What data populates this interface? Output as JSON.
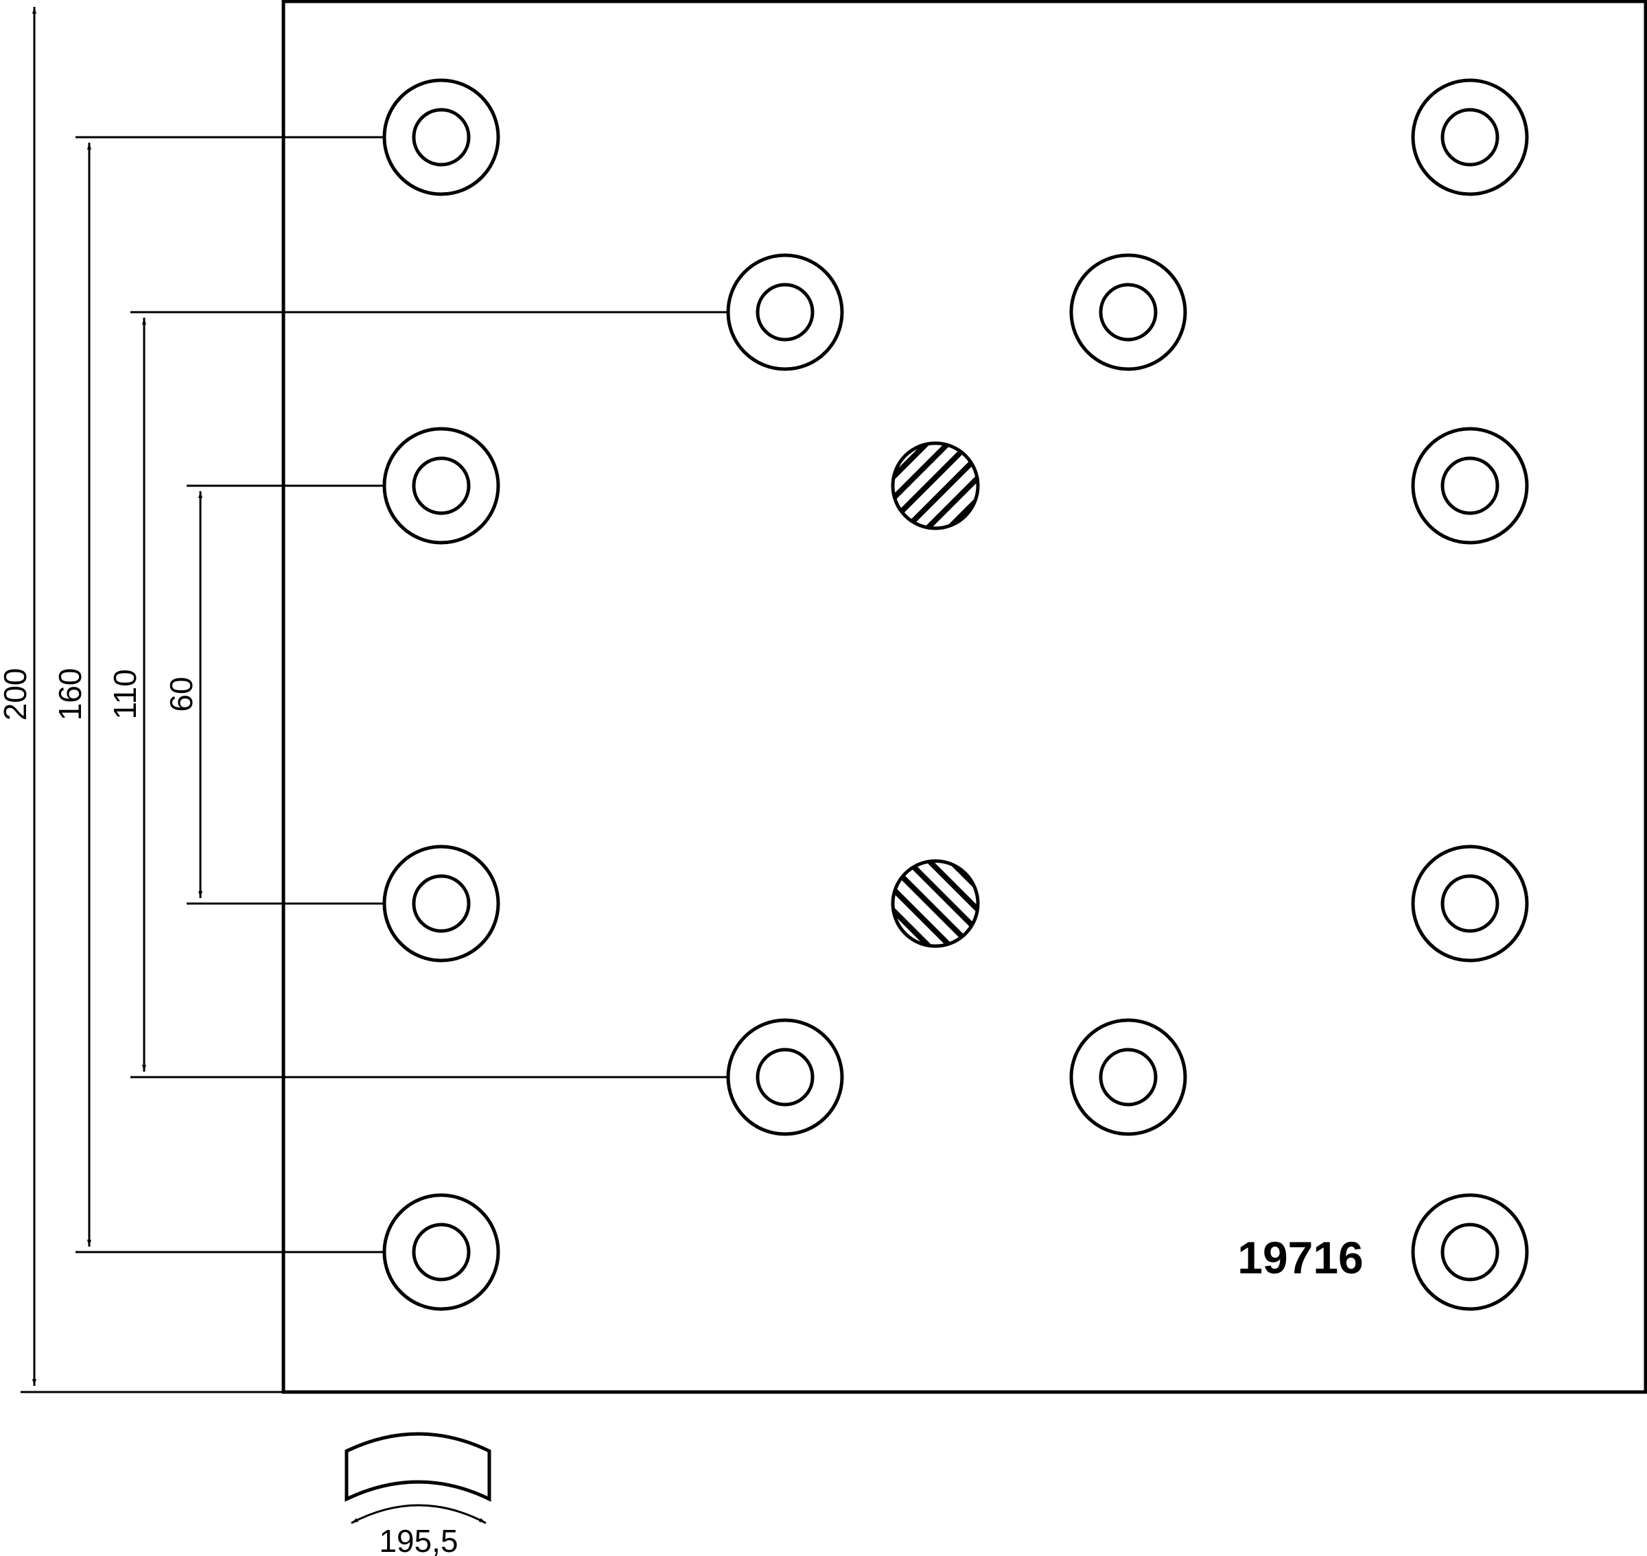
{
  "part_number": "19716",
  "dimensions": {
    "total_height": "200",
    "outer_rivet_spacing": "160",
    "middle_rivet_spacing": "110",
    "inner_rivet_spacing": "60",
    "arc_width": "195,5"
  },
  "colors": {
    "line": "#000000",
    "background": "#ffffff"
  }
}
